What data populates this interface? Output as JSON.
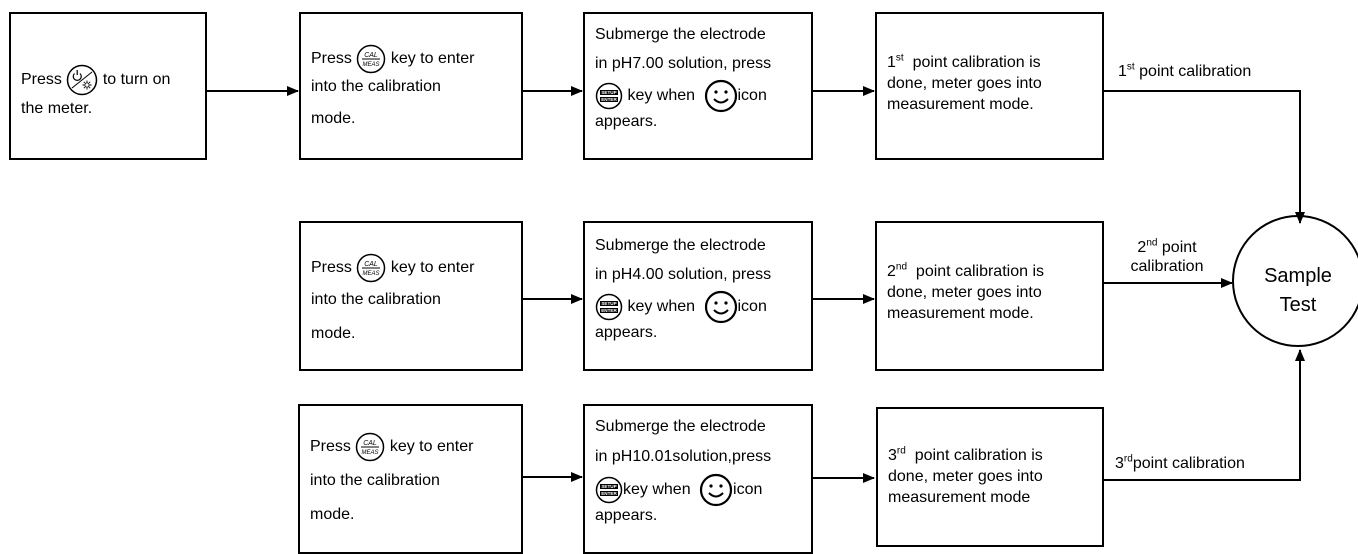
{
  "step1": {
    "prefix": "Press",
    "suffix": "to turn on",
    "line2": "the meter.",
    "icon": "power-light-key-icon"
  },
  "cal_key_box": {
    "prefix": "Press",
    "suffix": "key to enter",
    "line2": "into the calibration",
    "line3": "mode.",
    "icon": "cal-meas-key-icon",
    "key_text_top": "CAL",
    "key_text_bottom": "MEAS"
  },
  "submerge": {
    "line1": "Submerge the electrode",
    "row1_line2": "in pH7.00 solution, press",
    "row2_line2": "in pH4.00 solution, press",
    "row3_line2": "in pH10.01solution,press",
    "key_phrase": "key when",
    "icon_word": "icon",
    "line4": "appears.",
    "icon": "setup-enter-key-icon",
    "key_text_top": "SETUP",
    "key_text_bottom": "ENTER",
    "smiley_icon": "smiley-face-icon"
  },
  "calibrated": {
    "row1": {
      "ordinal_num": "1",
      "ordinal_sup": "st"
    },
    "row2": {
      "ordinal_num": "2",
      "ordinal_sup": "nd"
    },
    "row3": {
      "ordinal_num": "3",
      "ordinal_sup": "rd"
    },
    "line1_rest": "point calibration is",
    "line2": "done, meter goes into",
    "line3_row1": "measurement mode.",
    "line3_row2": "measurement mode.",
    "line3_row3": "measurement mode"
  },
  "edges": {
    "row1": {
      "num": "1",
      "sup": "st",
      "text": "point calibration"
    },
    "row2": {
      "num": "2",
      "sup": "nd",
      "line1_text": "point",
      "line2": "calibration"
    },
    "row3": {
      "num": "3",
      "sup": "rd",
      "text": "point calibration"
    }
  },
  "sample": {
    "line1": "Sample",
    "line2": "Test"
  }
}
